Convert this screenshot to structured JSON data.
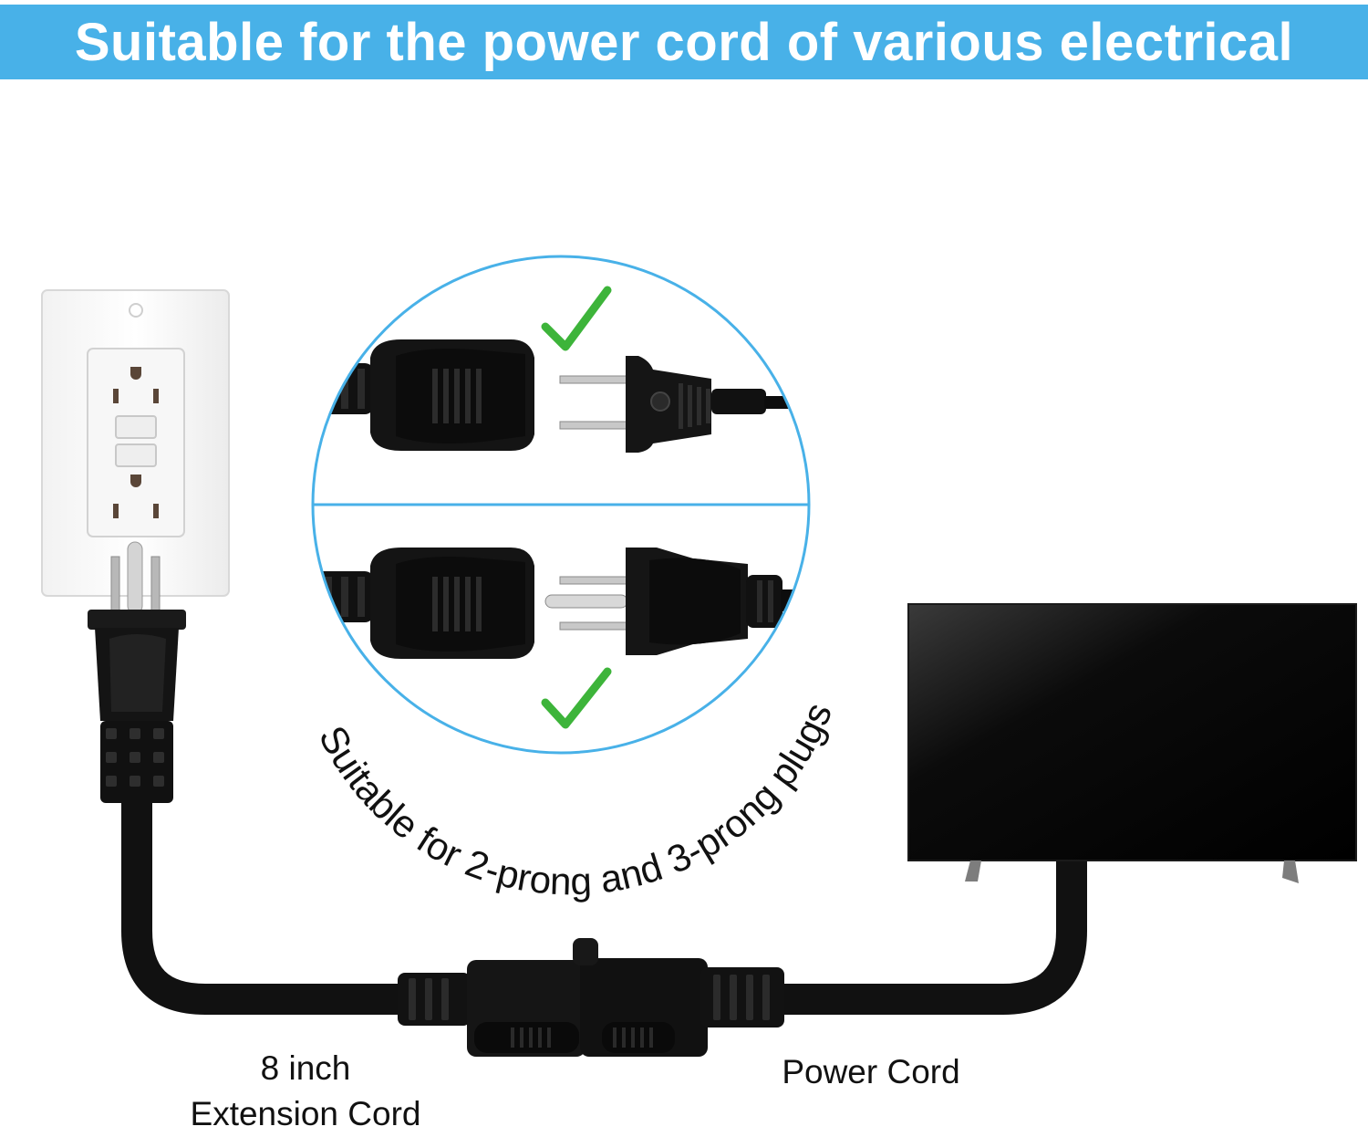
{
  "banner": {
    "title": "Suitable for the power cord of various electrical",
    "background_color": "#48b1e8"
  },
  "inset": {
    "caption": "Suitable for 2-prong and 3-prong plugs",
    "top_panel_icon": "checkmark-icon",
    "bottom_panel_icon": "checkmark-icon",
    "check_color": "#3db43a",
    "ring_color": "#48b1e8"
  },
  "labels": {
    "extension_cord_line1": "8 inch",
    "extension_cord_line2": "Extension Cord",
    "power_cord": "Power Cord"
  }
}
